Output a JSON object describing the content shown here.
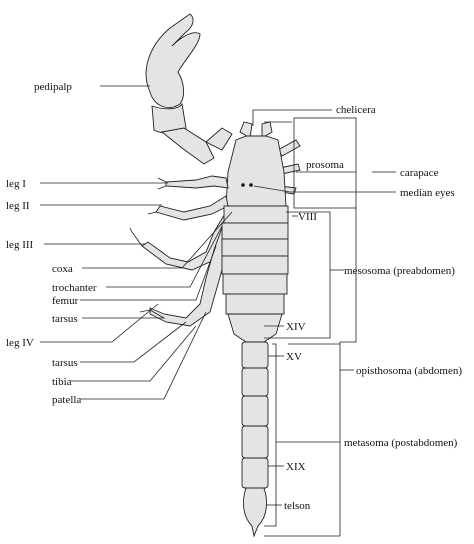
{
  "labels": {
    "pedipalp": "pedipalp",
    "chelicera": "chelicera",
    "prosoma": "prosoma",
    "carapace": "carapace",
    "median_eyes": "median eyes",
    "leg_i": "leg I",
    "leg_ii": "leg II",
    "leg_iii": "leg III",
    "coxa": "coxa",
    "trochanter": "trochanter",
    "femur": "femur",
    "tarsus_1": "tarsus",
    "leg_iv": "leg IV",
    "tarsus_2": "tarsus",
    "tibia": "tibia",
    "patella": "patella",
    "viii": "VIII",
    "mesosoma": "mesosoma (preabdomen)",
    "xiv": "XIV",
    "xv": "XV",
    "opisthosoma": "opisthosoma (abdomen)",
    "metasoma": "metasoma (postabdomen)",
    "xix": "XIX",
    "telson": "telson"
  }
}
